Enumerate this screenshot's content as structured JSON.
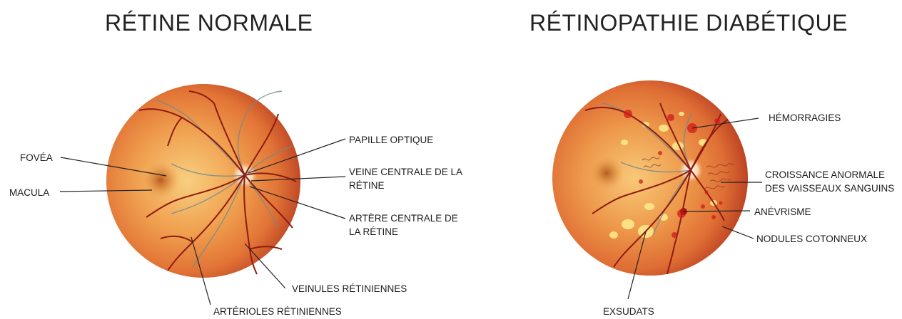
{
  "titles": {
    "left": "RÉTINE NORMALE",
    "right": "RÉTINOPATHIE DIABÉTIQUE"
  },
  "normal_labels": {
    "fovea": "FOVÉA",
    "macula": "MACULA",
    "papille": "PAPILLE OPTIQUE",
    "veine_line1": "VEINE CENTRALE DE LA",
    "veine_line2": "RÉTINE",
    "artere_line1": "ARTÈRE CENTRALE DE",
    "artere_line2": "LA RÉTINE",
    "veinules": "VEINULES RÉTINIENNES",
    "arterioles": "ARTÉRIOLES RÉTINIENNES"
  },
  "diabetic_labels": {
    "hemorragies": "HÉMORRAGIES",
    "croissance_line1": "CROISSANCE ANORMALE",
    "croissance_line2": "DES VAISSEAUX SANGUINS",
    "anevrisme": "ANÉVRISME",
    "nodules": "NODULES COTONNEUX",
    "exsudats": "EXSUDATS"
  },
  "colors": {
    "retina_center": "#f6c26a",
    "retina_mid": "#ec8a3c",
    "retina_edge": "#c9502a",
    "vessel": "#8e1c12",
    "vein": "#6f7f86",
    "hemorrhage": "#d11a1a",
    "exudate": "#ffe88a",
    "text": "#1c1c1c"
  }
}
